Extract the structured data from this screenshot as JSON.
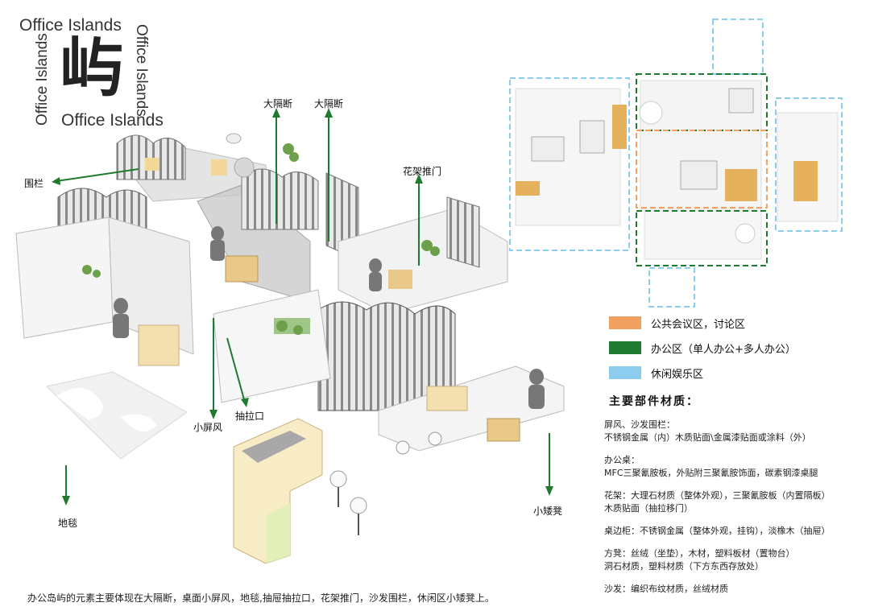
{
  "title": {
    "en_top": "Office Islands",
    "en_bottom": "Office Islands",
    "en_vertical_left": "Office Islands",
    "en_vertical_right": "Office Islands",
    "cn": "屿"
  },
  "callouts": {
    "weilan": "围栏",
    "da_geduan_1": "大隔断",
    "da_geduan_2": "大隔断",
    "huajia_tuimen": "花架推门",
    "xiao_pingfeng": "小屏风",
    "choula_kou": "抽拉口",
    "ditan": "地毯",
    "xiao_aideng": "小矮凳"
  },
  "legend": [
    {
      "color": "#F0A060",
      "label": "公共会议区，讨论区"
    },
    {
      "color": "#1E7A2E",
      "label": "办公区（单人办公+多人办公）"
    },
    {
      "color": "#8CCCEC",
      "label": "休闲娱乐区"
    }
  ],
  "zone_colors": {
    "orange": "#F0A060",
    "green": "#1E7A2E",
    "blue": "#8CCCEC"
  },
  "materials": {
    "heading": "主要部件材质：",
    "items": [
      {
        "line1": "屏风、沙发围栏：",
        "line2": "不锈钢金属（内）木质贴面\\金属漆贴面或涂料（外）",
        "line3": ""
      },
      {
        "line1": "办公桌：",
        "line2": "MFC三聚氰胺板，外贴附三聚氰胺饰面，碳素钢漆桌腿",
        "line3": ""
      },
      {
        "line1": "花架：大理石材质（整体外观），三聚氰胺板（内置隔板）",
        "line2": "木质贴面（抽拉移门）",
        "line3": ""
      },
      {
        "line1": "桌边柜：不锈钢金属（整体外观，挂钩），淡橡木（抽屉）",
        "line2": "",
        "line3": ""
      },
      {
        "line1": "方凳：丝绒（坐垫），木材，塑料板材（置物台）",
        "line2": "洞石材质，塑料材质（下方东西存放处）",
        "line3": ""
      },
      {
        "line1": "沙发：编织布纹材质，丝绒材质",
        "line2": "",
        "line3": ""
      }
    ]
  },
  "caption": "办公岛屿的元素主要体现在大隔断，桌面小屏风，地毯,抽屉抽拉口，花架推门，沙发围栏，休闲区小矮凳上。"
}
